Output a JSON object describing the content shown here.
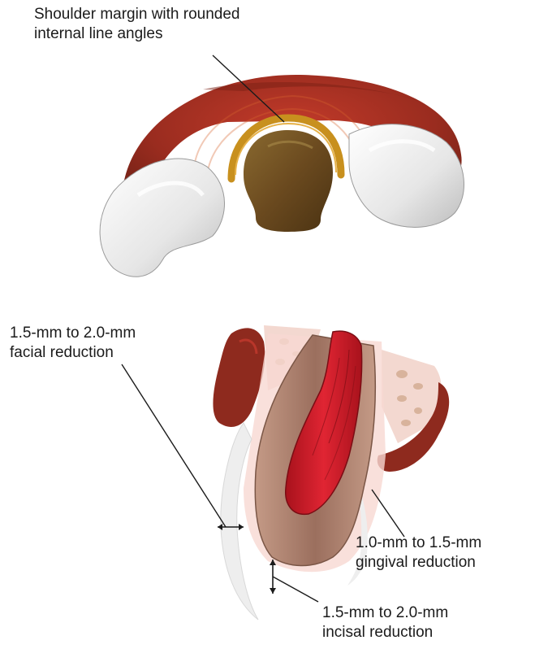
{
  "labels": {
    "shoulder": {
      "line1": "Shoulder margin with rounded",
      "line2": "internal line angles"
    },
    "facial": {
      "line1": "1.5-mm to 2.0-mm",
      "line2": "facial reduction"
    },
    "gingival": {
      "line1": "1.0-mm to 1.5-mm",
      "line2": "gingival reduction"
    },
    "incisal": {
      "line1": "1.5-mm to 2.0-mm",
      "line2": "incisal reduction"
    }
  },
  "colors": {
    "gum": "#8e2a1e",
    "gum_light": "#b8362a",
    "prep": "#6b4a1f",
    "shoulder": "#c8901e",
    "pulp": "#d01e2a",
    "dentin": "#a47a6a",
    "enamel_ghost": "#f1f1f1",
    "bone": "#f3d8d0"
  }
}
